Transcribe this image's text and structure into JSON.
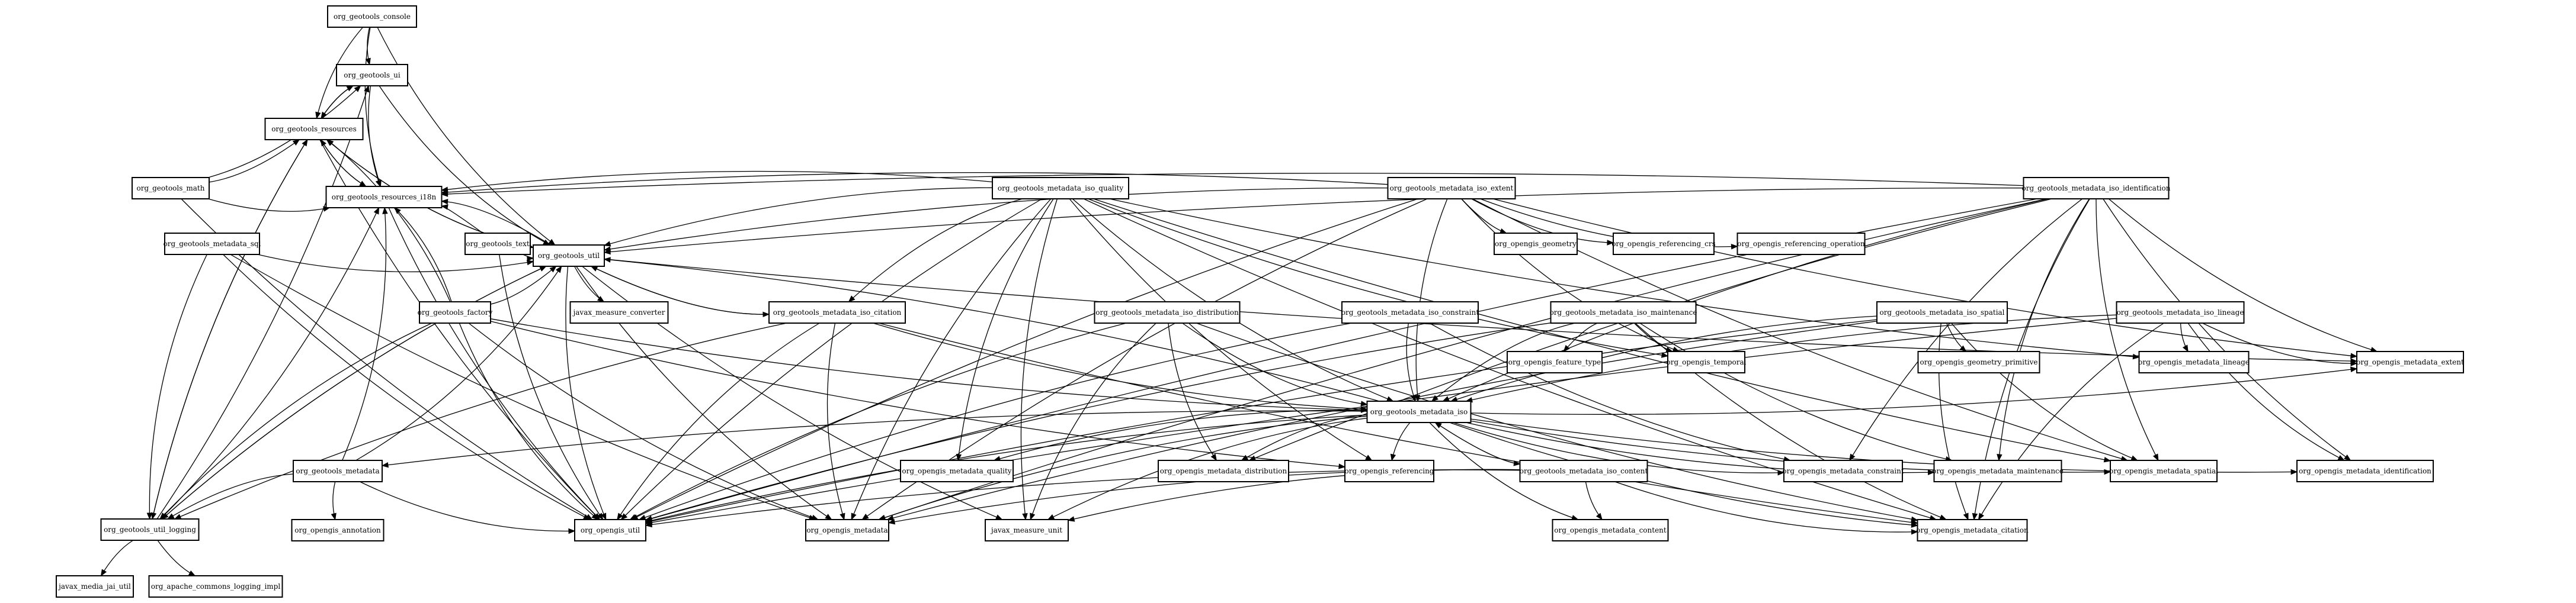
{
  "nodes": [
    {
      "id": "n_console",
      "label": "org_geotools_console"
    },
    {
      "id": "n_ui",
      "label": "org_geotools_ui"
    },
    {
      "id": "n_resources",
      "label": "org_geotools_resources"
    },
    {
      "id": "n_math",
      "label": "org_geotools_math"
    },
    {
      "id": "n_i18n",
      "label": "org_geotools_resources_i18n"
    },
    {
      "id": "n_md_sql",
      "label": "org_geotools_metadata_sql"
    },
    {
      "id": "n_text",
      "label": "org_geotools_text"
    },
    {
      "id": "n_util",
      "label": "org_geotools_util"
    },
    {
      "id": "n_converter",
      "label": "javax_measure_converter"
    },
    {
      "id": "n_factory",
      "label": "org_geotools_factory"
    },
    {
      "id": "n_iso_citation",
      "label": "org_geotools_metadata_iso_citation"
    },
    {
      "id": "n_metadata",
      "label": "org_geotools_metadata"
    },
    {
      "id": "n_annotation",
      "label": "org_opengis_annotation"
    },
    {
      "id": "n_util_logging",
      "label": "org_geotools_util_logging"
    },
    {
      "id": "n_media_jai",
      "label": "javax_media_jai_util"
    },
    {
      "id": "n_commons_logging",
      "label": "org_apache_commons_logging_impl"
    },
    {
      "id": "n_og_util",
      "label": "org_opengis_util"
    },
    {
      "id": "n_og_metadata",
      "label": "org_opengis_metadata"
    },
    {
      "id": "n_unit",
      "label": "javax_measure_unit"
    },
    {
      "id": "n_iso_quality",
      "label": "org_geotools_metadata_iso_quality"
    },
    {
      "id": "n_iso_distribution",
      "label": "org_geotools_metadata_iso_distribution"
    },
    {
      "id": "n_iso_constraint",
      "label": "org_geotools_metadata_iso_constraint"
    },
    {
      "id": "n_iso_maintenance",
      "label": "org_geotools_metadata_iso_maintenance"
    },
    {
      "id": "n_iso_extent",
      "label": "org_geotools_metadata_iso_extent"
    },
    {
      "id": "n_iso",
      "label": "org_geotools_metadata_iso"
    },
    {
      "id": "n_og_md_quality",
      "label": "org_opengis_metadata_quality"
    },
    {
      "id": "n_og_md_distribution",
      "label": "org_opengis_metadata_distribution"
    },
    {
      "id": "n_og_referencing",
      "label": "org_opengis_referencing"
    },
    {
      "id": "n_og_geometry",
      "label": "org_opengis_geometry"
    },
    {
      "id": "n_og_ref_crs",
      "label": "org_opengis_referencing_crs"
    },
    {
      "id": "n_og_ref_operation",
      "label": "org_opengis_referencing_operation"
    },
    {
      "id": "n_og_feature_type",
      "label": "org_opengis_feature_type"
    },
    {
      "id": "n_og_temporal",
      "label": "org_opengis_temporal"
    },
    {
      "id": "n_iso_content",
      "label": "org_geotools_metadata_iso_content"
    },
    {
      "id": "n_og_md_content",
      "label": "org_opengis_metadata_content"
    },
    {
      "id": "n_og_md_citation",
      "label": "org_opengis_metadata_citation"
    },
    {
      "id": "n_og_md_constraint",
      "label": "org_opengis_metadata_constraint"
    },
    {
      "id": "n_og_md_maintenance",
      "label": "org_opengis_metadata_maintenance"
    },
    {
      "id": "n_iso_spatial",
      "label": "org_geotools_metadata_iso_spatial"
    },
    {
      "id": "n_og_geom_primitive",
      "label": "org_opengis_geometry_primitive"
    },
    {
      "id": "n_og_md_spatial",
      "label": "org_opengis_metadata_spatial"
    },
    {
      "id": "n_iso_lineage",
      "label": "org_geotools_metadata_iso_lineage"
    },
    {
      "id": "n_og_md_lineage",
      "label": "org_opengis_metadata_lineage"
    },
    {
      "id": "n_og_md_identification",
      "label": "org_opengis_metadata_identification"
    },
    {
      "id": "n_iso_identification",
      "label": "org_geotools_metadata_iso_identification"
    },
    {
      "id": "n_og_md_extent",
      "label": "org_opengis_metadata_extent"
    }
  ],
  "edges": [
    [
      "n_console",
      "n_ui"
    ],
    [
      "n_console",
      "n_resources"
    ],
    [
      "n_console",
      "n_i18n"
    ],
    [
      "n_console",
      "n_util"
    ],
    [
      "n_ui",
      "n_resources"
    ],
    [
      "n_ui",
      "n_i18n"
    ],
    [
      "n_ui",
      "n_util"
    ],
    [
      "n_resources",
      "n_ui"
    ],
    [
      "n_resources",
      "n_i18n"
    ],
    [
      "n_resources",
      "n_util"
    ],
    [
      "n_resources",
      "n_util_logging"
    ],
    [
      "n_resources",
      "n_og_util"
    ],
    [
      "n_math",
      "n_ui"
    ],
    [
      "n_math",
      "n_resources"
    ],
    [
      "n_math",
      "n_i18n"
    ],
    [
      "n_math",
      "n_og_util"
    ],
    [
      "n_i18n",
      "n_resources"
    ],
    [
      "n_i18n",
      "n_og_util"
    ],
    [
      "n_md_sql",
      "n_util"
    ],
    [
      "n_md_sql",
      "n_util_logging"
    ],
    [
      "n_md_sql",
      "n_og_util"
    ],
    [
      "n_md_sql",
      "n_og_metadata"
    ],
    [
      "n_text",
      "n_i18n"
    ],
    [
      "n_text",
      "n_util"
    ],
    [
      "n_text",
      "n_og_util"
    ],
    [
      "n_util",
      "n_resources"
    ],
    [
      "n_util",
      "n_i18n"
    ],
    [
      "n_util",
      "n_converter"
    ],
    [
      "n_util",
      "n_iso_citation"
    ],
    [
      "n_util",
      "n_util_logging"
    ],
    [
      "n_util",
      "n_og_util"
    ],
    [
      "n_util",
      "n_og_metadata"
    ],
    [
      "n_util",
      "n_unit"
    ],
    [
      "n_util",
      "n_og_md_extent"
    ],
    [
      "n_factory",
      "n_resources"
    ],
    [
      "n_factory",
      "n_i18n"
    ],
    [
      "n_factory",
      "n_util"
    ],
    [
      "n_factory",
      "n_util_logging"
    ],
    [
      "n_factory",
      "n_og_util"
    ],
    [
      "n_factory",
      "n_og_metadata"
    ],
    [
      "n_factory",
      "n_iso"
    ],
    [
      "n_factory",
      "n_og_referencing"
    ],
    [
      "n_iso_citation",
      "n_util"
    ],
    [
      "n_iso_citation",
      "n_iso"
    ],
    [
      "n_iso_citation",
      "n_og_util"
    ],
    [
      "n_iso_citation",
      "n_og_metadata"
    ],
    [
      "n_iso_citation",
      "n_util_logging"
    ],
    [
      "n_iso_citation",
      "n_og_md_citation"
    ],
    [
      "n_metadata",
      "n_i18n"
    ],
    [
      "n_metadata",
      "n_util"
    ],
    [
      "n_metadata",
      "n_util_logging"
    ],
    [
      "n_metadata",
      "n_og_util"
    ],
    [
      "n_metadata",
      "n_annotation"
    ],
    [
      "n_util_logging",
      "n_resources"
    ],
    [
      "n_util_logging",
      "n_ui"
    ],
    [
      "n_util_logging",
      "n_i18n"
    ],
    [
      "n_util_logging",
      "n_util"
    ],
    [
      "n_util_logging",
      "n_media_jai"
    ],
    [
      "n_util_logging",
      "n_commons_logging"
    ],
    [
      "n_iso_quality",
      "n_i18n"
    ],
    [
      "n_iso_quality",
      "n_util"
    ],
    [
      "n_iso_quality",
      "n_iso_citation"
    ],
    [
      "n_iso_quality",
      "n_iso"
    ],
    [
      "n_iso_quality",
      "n_og_util"
    ],
    [
      "n_iso_quality",
      "n_og_metadata"
    ],
    [
      "n_iso_quality",
      "n_unit"
    ],
    [
      "n_iso_quality",
      "n_og_md_quality"
    ],
    [
      "n_iso_quality",
      "n_og_referencing"
    ],
    [
      "n_iso_quality",
      "n_og_temporal"
    ],
    [
      "n_iso_quality",
      "n_og_md_citation"
    ],
    [
      "n_iso_quality",
      "n_og_md_spatial"
    ],
    [
      "n_iso_quality",
      "n_og_md_lineage"
    ],
    [
      "n_iso_distribution",
      "n_iso"
    ],
    [
      "n_iso_distribution",
      "n_og_util"
    ],
    [
      "n_iso_distribution",
      "n_unit"
    ],
    [
      "n_iso_distribution",
      "n_og_md_distribution"
    ],
    [
      "n_iso_distribution",
      "n_og_md_citation"
    ],
    [
      "n_iso_constraint",
      "n_iso"
    ],
    [
      "n_iso_constraint",
      "n_og_util"
    ],
    [
      "n_iso_constraint",
      "n_og_md_constraint"
    ],
    [
      "n_iso_maintenance",
      "n_iso"
    ],
    [
      "n_iso_maintenance",
      "n_og_util"
    ],
    [
      "n_iso_maintenance",
      "n_og_feature_type"
    ],
    [
      "n_iso_maintenance",
      "n_og_temporal"
    ],
    [
      "n_iso_maintenance",
      "n_og_md_maintenance"
    ],
    [
      "n_iso_maintenance",
      "n_og_md_citation"
    ],
    [
      "n_iso_extent",
      "n_i18n"
    ],
    [
      "n_iso_extent",
      "n_util"
    ],
    [
      "n_iso_extent",
      "n_iso"
    ],
    [
      "n_iso_extent",
      "n_og_util"
    ],
    [
      "n_iso_extent",
      "n_og_metadata"
    ],
    [
      "n_iso_extent",
      "n_og_geometry"
    ],
    [
      "n_iso_extent",
      "n_og_ref_crs"
    ],
    [
      "n_iso_extent",
      "n_og_ref_operation"
    ],
    [
      "n_iso_extent",
      "n_og_temporal"
    ],
    [
      "n_iso_extent",
      "n_og_md_extent"
    ],
    [
      "n_iso_extent",
      "n_og_md_spatial"
    ],
    [
      "n_iso",
      "n_util"
    ],
    [
      "n_iso",
      "n_iso_content"
    ],
    [
      "n_iso",
      "n_metadata"
    ],
    [
      "n_iso",
      "n_og_util"
    ],
    [
      "n_iso",
      "n_og_metadata"
    ],
    [
      "n_iso",
      "n_unit"
    ],
    [
      "n_iso",
      "n_og_md_quality"
    ],
    [
      "n_iso",
      "n_og_md_distribution"
    ],
    [
      "n_iso",
      "n_og_referencing"
    ],
    [
      "n_iso",
      "n_og_md_content"
    ],
    [
      "n_iso",
      "n_og_md_citation"
    ],
    [
      "n_iso",
      "n_og_md_constraint"
    ],
    [
      "n_iso",
      "n_og_md_maintenance"
    ],
    [
      "n_iso",
      "n_og_md_spatial"
    ],
    [
      "n_iso",
      "n_og_md_identification"
    ],
    [
      "n_iso",
      "n_og_md_extent"
    ],
    [
      "n_iso_content",
      "n_iso"
    ],
    [
      "n_iso_content",
      "n_og_util"
    ],
    [
      "n_iso_content",
      "n_og_metadata"
    ],
    [
      "n_iso_content",
      "n_unit"
    ],
    [
      "n_iso_content",
      "n_og_md_content"
    ],
    [
      "n_iso_content",
      "n_og_md_citation"
    ],
    [
      "n_iso_spatial",
      "n_iso"
    ],
    [
      "n_iso_spatial",
      "n_og_util"
    ],
    [
      "n_iso_spatial",
      "n_og_geom_primitive"
    ],
    [
      "n_iso_spatial",
      "n_og_md_spatial"
    ],
    [
      "n_iso_spatial",
      "n_og_md_citation"
    ],
    [
      "n_iso_spatial",
      "n_og_metadata"
    ],
    [
      "n_iso_lineage",
      "n_iso"
    ],
    [
      "n_iso_lineage",
      "n_og_util"
    ],
    [
      "n_iso_lineage",
      "n_og_md_lineage"
    ],
    [
      "n_iso_lineage",
      "n_og_md_citation"
    ],
    [
      "n_iso_lineage",
      "n_og_md_identification"
    ],
    [
      "n_iso_lineage",
      "n_og_md_extent"
    ],
    [
      "n_iso_identification",
      "n_i18n"
    ],
    [
      "n_iso_identification",
      "n_util"
    ],
    [
      "n_iso_identification",
      "n_iso"
    ],
    [
      "n_iso_identification",
      "n_og_util"
    ],
    [
      "n_iso_identification",
      "n_og_metadata"
    ],
    [
      "n_iso_identification",
      "n_og_md_distribution"
    ],
    [
      "n_iso_identification",
      "n_og_md_constraint"
    ],
    [
      "n_iso_identification",
      "n_og_md_maintenance"
    ],
    [
      "n_iso_identification",
      "n_og_md_spatial"
    ],
    [
      "n_iso_identification",
      "n_og_md_identification"
    ],
    [
      "n_iso_identification",
      "n_og_md_citation"
    ],
    [
      "n_iso_identification",
      "n_og_md_extent"
    ]
  ]
}
